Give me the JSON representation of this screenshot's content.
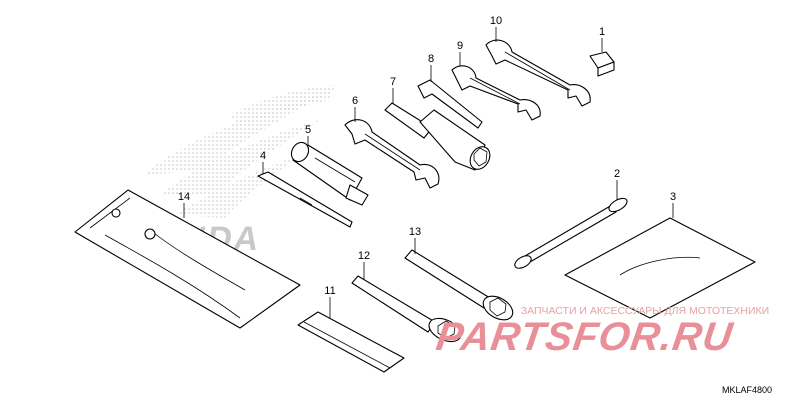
{
  "diagram": {
    "drawing_code": "MKLAF4800",
    "callouts": [
      "1",
      "2",
      "3",
      "4",
      "5",
      "6",
      "7",
      "8",
      "9",
      "10",
      "11",
      "12",
      "13",
      "14"
    ]
  },
  "logo": {
    "text": "HONDA"
  },
  "watermark": {
    "line": "ЗАПЧАСТИ И АКСЕССУАРЫ ДЛЯ МОТОТЕХНИКИ",
    "brand": "PARTSFOR.RU"
  }
}
